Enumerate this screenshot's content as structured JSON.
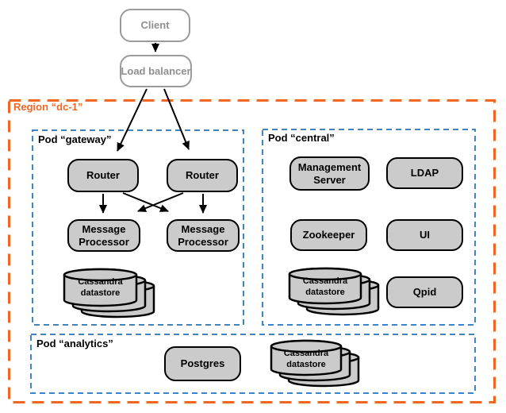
{
  "colors": {
    "region_border": "#f06623",
    "pod_border": "#3d85c6",
    "node_fill": "#cbcbcb",
    "node_border": "#000000",
    "external_border": "#9b9b9b",
    "external_text": "#8f8f8f",
    "arrow": "#000000"
  },
  "external": {
    "client": "Client",
    "load_balancer": "Load balancer"
  },
  "region": {
    "label": "Region “dc-1”"
  },
  "pods": {
    "gateway": {
      "label": "Pod “gateway”"
    },
    "central": {
      "label": "Pod “central”"
    },
    "analytics": {
      "label": "Pod “analytics”"
    }
  },
  "nodes": {
    "router1": "Router",
    "router2": "Router",
    "mp1": "Message Processor",
    "mp2": "Message Processor",
    "management_server": "Management Server",
    "ldap": "LDAP",
    "zookeeper": "Zookeeper",
    "ui": "UI",
    "qpid": "Qpid",
    "postgres": "Postgres"
  },
  "cassandra": {
    "gateway": "Cassandra datastore",
    "central": "Cassandra datastore",
    "analytics": "Cassandra datastore"
  },
  "edges": [
    "Client -> Load balancer",
    "Load balancer -> Router (left)",
    "Load balancer -> Router (right)",
    "Router (left) -> Message Processor (left)",
    "Router (left) -> Message Processor (right)",
    "Router (right) -> Message Processor (left)",
    "Router (right) -> Message Processor (right)"
  ]
}
